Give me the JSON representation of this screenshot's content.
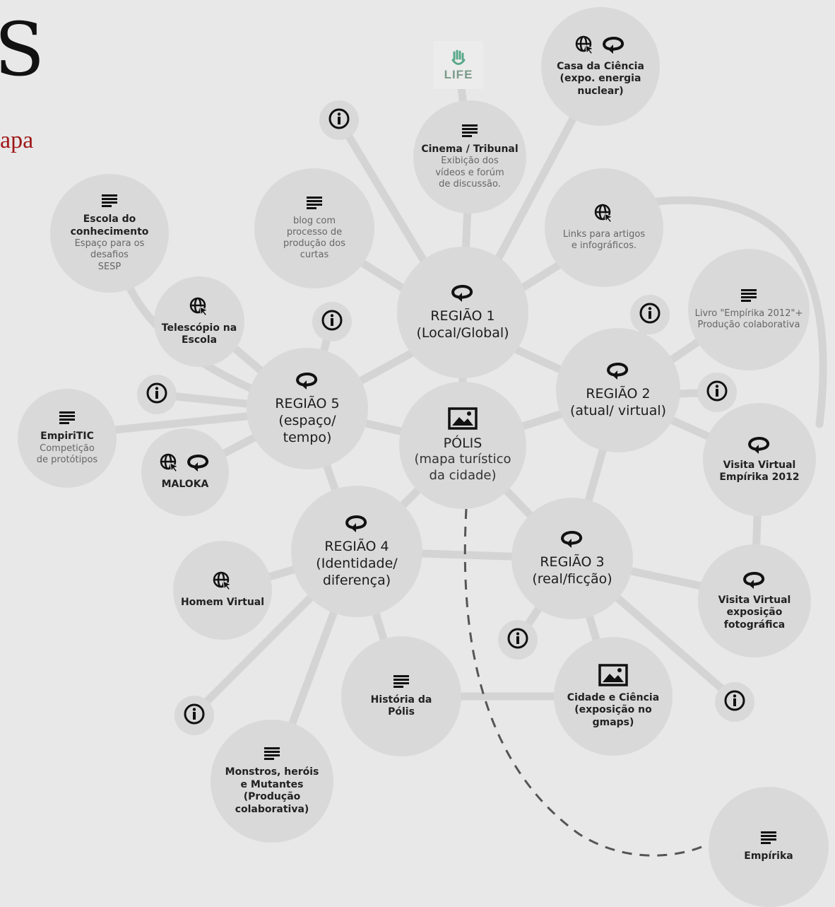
{
  "header": {
    "title": "S",
    "subtitle": "apa"
  },
  "logo": {
    "text": "LIFE",
    "icon": "second-life-hand-icon"
  },
  "colors": {
    "node": "#d9d9d9",
    "link": "#d4d4d4",
    "dashed": "#555555",
    "subtitle": "#a01818"
  },
  "nodes": {
    "polis": {
      "title": "PÓLIS",
      "desc": "(mapa turístico\nda cidade)",
      "icons": [
        "image-icon"
      ]
    },
    "regiao1": {
      "title": "REGIÃO 1\n(Local/Global)",
      "icons": [
        "loop-icon"
      ]
    },
    "regiao2": {
      "title": "REGIÃO 2\n(atual/ virtual)",
      "icons": [
        "loop-icon"
      ]
    },
    "regiao3": {
      "title": "REGIÃO 3\n(real/ficção)",
      "icons": [
        "loop-icon"
      ]
    },
    "regiao4": {
      "title": "REGIÃO 4\n(Identidade/\ndiferença)",
      "icons": [
        "loop-icon"
      ]
    },
    "regiao5": {
      "title": "REGIÃO 5\n(espaço/\ntempo)",
      "icons": [
        "loop-icon"
      ]
    },
    "cinema": {
      "title": "Cinema / Tribunal",
      "desc": "Exibição dos\nvídeos e forúm\nde discussão.",
      "icons": [
        "text-icon"
      ]
    },
    "casa": {
      "title": "Casa da Ciência\n(expo. energia\nnuclear)",
      "icons": [
        "globe-icon",
        "loop-icon"
      ]
    },
    "blog": {
      "desc": "blog com\nprocesso de\nprodução dos\ncurtas",
      "icons": [
        "text-icon"
      ]
    },
    "escola": {
      "title": "Escola do\nconhecimento",
      "desc": "Espaço para os\ndesafios\nSESP",
      "icons": [
        "text-icon"
      ]
    },
    "links": {
      "desc": "Links para artigos\ne infográficos.",
      "icons": [
        "globe-icon"
      ]
    },
    "livro": {
      "desc": "Livro \"Empírika 2012\"+\nProdução colaborativa",
      "icons": [
        "text-icon"
      ]
    },
    "telescopio": {
      "title": "Telescópio na\nEscola",
      "icons": [
        "globe-icon"
      ]
    },
    "empiritic": {
      "title": "EmpiriTIC",
      "desc": "Competição\nde protótipos",
      "icons": [
        "text-icon"
      ]
    },
    "maloka": {
      "title": "MALOKA",
      "icons": [
        "globe-icon",
        "loop-icon"
      ]
    },
    "visita2012": {
      "title": "Visita Virtual\nEmpírika 2012",
      "icons": [
        "loop-icon"
      ]
    },
    "visitafoto": {
      "title": "Visita Virtual\nexposição\nfotográfica",
      "icons": [
        "loop-icon"
      ]
    },
    "homem": {
      "title": "Homem Virtual",
      "icons": [
        "globe-icon"
      ]
    },
    "historia": {
      "title": "História da\nPólis",
      "icons": [
        "text-icon"
      ]
    },
    "cidade": {
      "title": "Cidade e Ciência\n(exposição no\ngmaps)",
      "icons": [
        "image-icon"
      ]
    },
    "monstros": {
      "title": "Monstros, heróis\ne Mutantes\n(Produção\ncolaborativa)",
      "icons": [
        "text-icon"
      ]
    },
    "empirika": {
      "title": "Empírika",
      "icons": [
        "text-icon"
      ]
    }
  }
}
